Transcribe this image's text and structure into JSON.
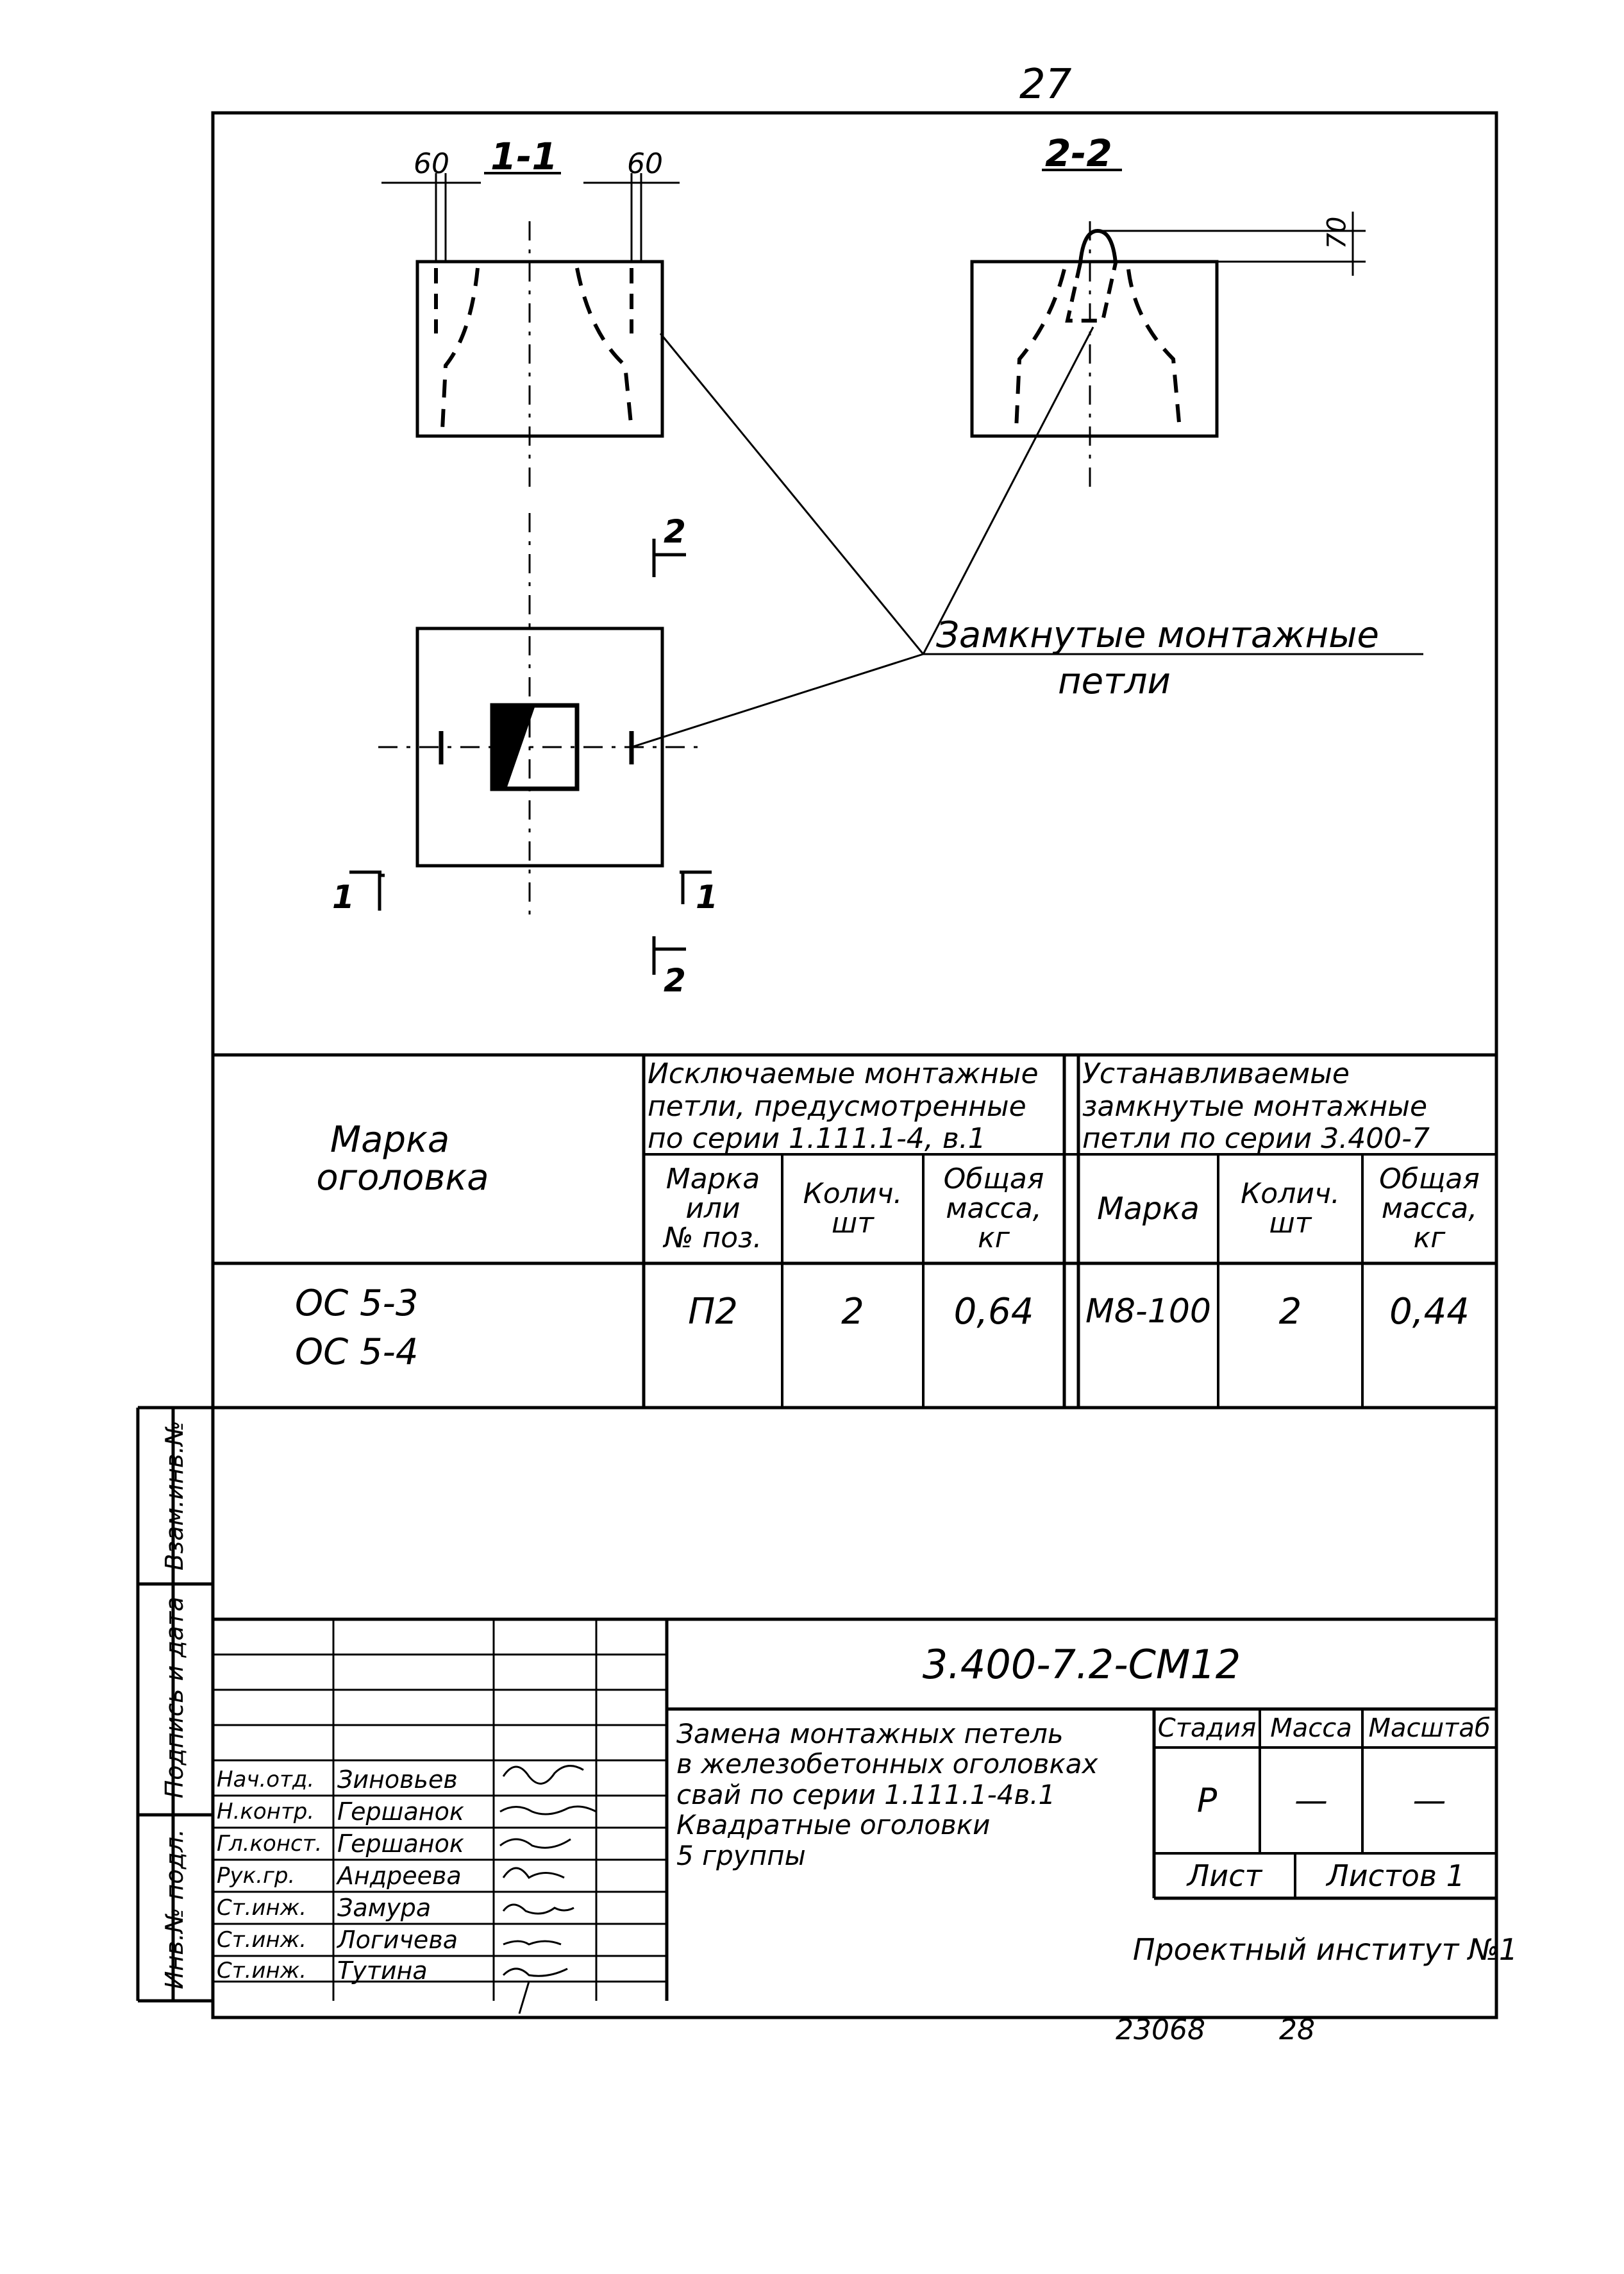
{
  "page_number": "27",
  "drawing": {
    "section_1_1": "1-1",
    "section_2_2": "2-2",
    "dim_60_left": "60",
    "dim_60_right": "60",
    "dim_70": "70",
    "callout_line1": "Замкнутые монтажные",
    "callout_line2": "петли",
    "cut_mark_2_top": "2",
    "cut_mark_2_bottom": "2",
    "cut_mark_1_left": "1",
    "cut_mark_1_right": "1"
  },
  "table": {
    "brand_header_line1": "Марка",
    "brand_header_line2": "оголовка",
    "group1_header": [
      "Исключаемые монтажные",
      "петли, предусмотренные",
      "по серии 1.111.1-4, в.1"
    ],
    "group2_header": [
      "Устанавливаемые",
      "замкнутые монтажные",
      "петли по серии 3.400-7"
    ],
    "sub1": [
      "Марка",
      "или",
      "№ поз."
    ],
    "sub2": [
      "Колич.",
      "шт"
    ],
    "sub3": [
      "Общая",
      "масса,",
      "кг"
    ],
    "sub4": [
      "Марка"
    ],
    "sub5": [
      "Колич.",
      "шт"
    ],
    "sub6": [
      "Общая",
      "масса,",
      "кг"
    ],
    "row": {
      "brand1": "ОС 5-3",
      "brand2": "ОС 5-4",
      "excl_mark": "П2",
      "excl_qty": "2",
      "excl_mass": "0,64",
      "inst_mark": "М8-100",
      "inst_qty": "2",
      "inst_mass": "0,44"
    }
  },
  "side_labels": {
    "inv_sub": "Инв.№ подл.",
    "sign_date": "Подпись и дата",
    "replace_inv": "Взам.инв.№"
  },
  "title_block": {
    "code": "3.400-7.2-СМ12",
    "description": [
      "Замена монтажных петель",
      "в железобетонных оголовках",
      "свай по серии 1.111.1-4в.1",
      "Квадратные оголовки",
      "5 группы"
    ],
    "stage_label": "Стадия",
    "mass_label": "Масса",
    "scale_label": "Масштаб",
    "stage_value": "Р",
    "mass_value": "—",
    "scale_value": "—",
    "sheet_label": "Лист",
    "sheets_label": "Листов 1",
    "org": "Проектный институт №1",
    "staff": [
      {
        "role": "Нач.отд.",
        "name": "Зиновьев"
      },
      {
        "role": "Н.контр.",
        "name": "Гершанок"
      },
      {
        "role": "Гл.конст.",
        "name": "Гершанок"
      },
      {
        "role": "Рук.гр.",
        "name": "Андреева"
      },
      {
        "role": "Ст.инж.",
        "name": "Замура"
      },
      {
        "role": "Ст.инж.",
        "name": "Логичева"
      },
      {
        "role": "Ст.инж.",
        "name": "Тутина"
      }
    ]
  },
  "footer": {
    "doc_number": "23068",
    "page": "28"
  }
}
